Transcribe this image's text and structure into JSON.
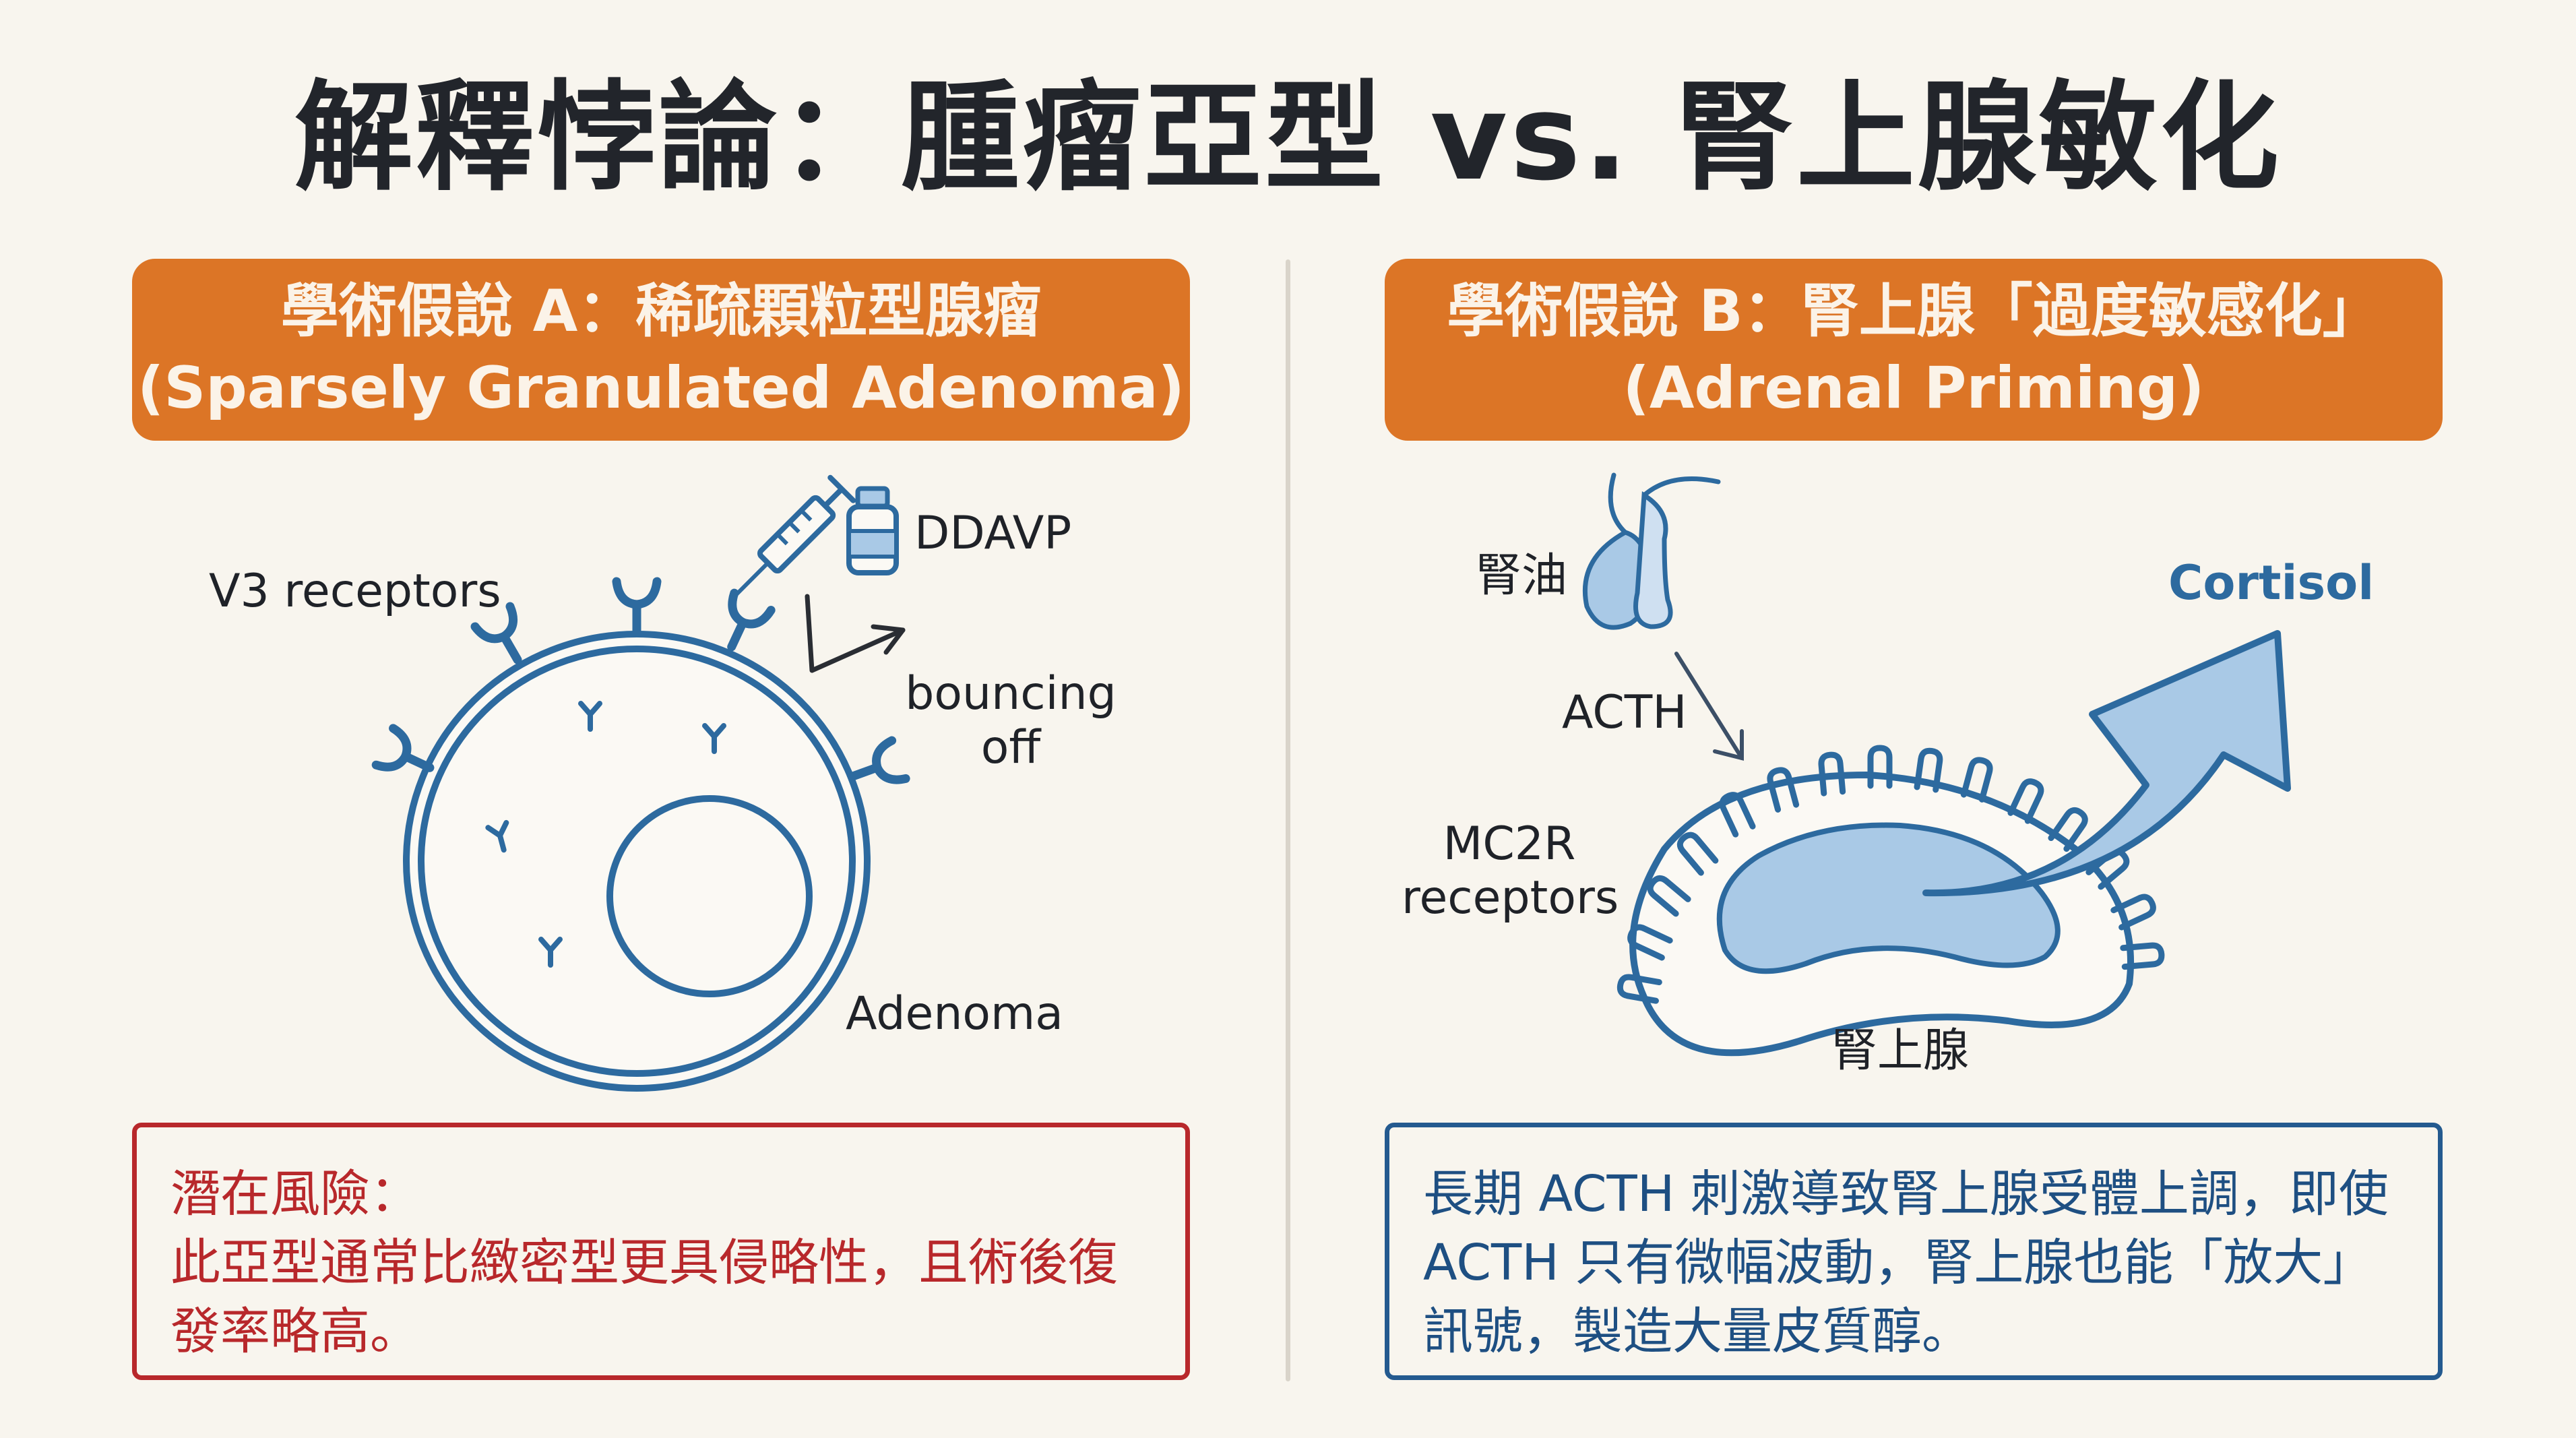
{
  "title": "解釋悖論：腫瘤亞型 vs. 腎上腺敏化",
  "left": {
    "banner_line1": "學術假說 A：稀疏顆粒型腺瘤",
    "banner_line2": "(Sparsely Granulated Adenoma)",
    "label_receptors": "V3 receptors",
    "label_drug": "DDAVP",
    "label_bouncing_1": "bouncing",
    "label_bouncing_2": "off",
    "label_adenoma": "Adenoma",
    "box_line1": "潛在風險：",
    "box_line2": "此亞型通常比緻密型更具侵略性，且術後復",
    "box_line3": "發率略高。"
  },
  "right": {
    "banner_line1": "學術假說 B：腎上腺「過度敏感化」",
    "banner_line2": "(Adrenal Priming)",
    "label_pituitary": "腎油",
    "label_acth": "ACTH",
    "label_mc2r_1": "MC2R",
    "label_mc2r_2": "receptors",
    "label_adrenal": "腎上腺",
    "label_cortisol": "Cortisol",
    "box_line1": "長期 ACTH 刺激導致腎上腺受體上調，即使",
    "box_line2": "ACTH 只有微幅波動，腎上腺也能「放大」",
    "box_line3": "訊號，製造大量皮質醇。"
  },
  "colors": {
    "background": "#f8f5ee",
    "banner_orange": "#dc7526",
    "risk_red": "#b8282b",
    "info_blue": "#245a8f",
    "diagram_blue": "#2d6a9f",
    "fill_light_blue": "#a9c9e6"
  },
  "icons": [
    "syringe-icon",
    "vial-icon",
    "bounce-arrow-icon",
    "receptor-icon",
    "pituitary-icon",
    "adrenal-gland-icon",
    "cortisol-arrow-icon"
  ]
}
